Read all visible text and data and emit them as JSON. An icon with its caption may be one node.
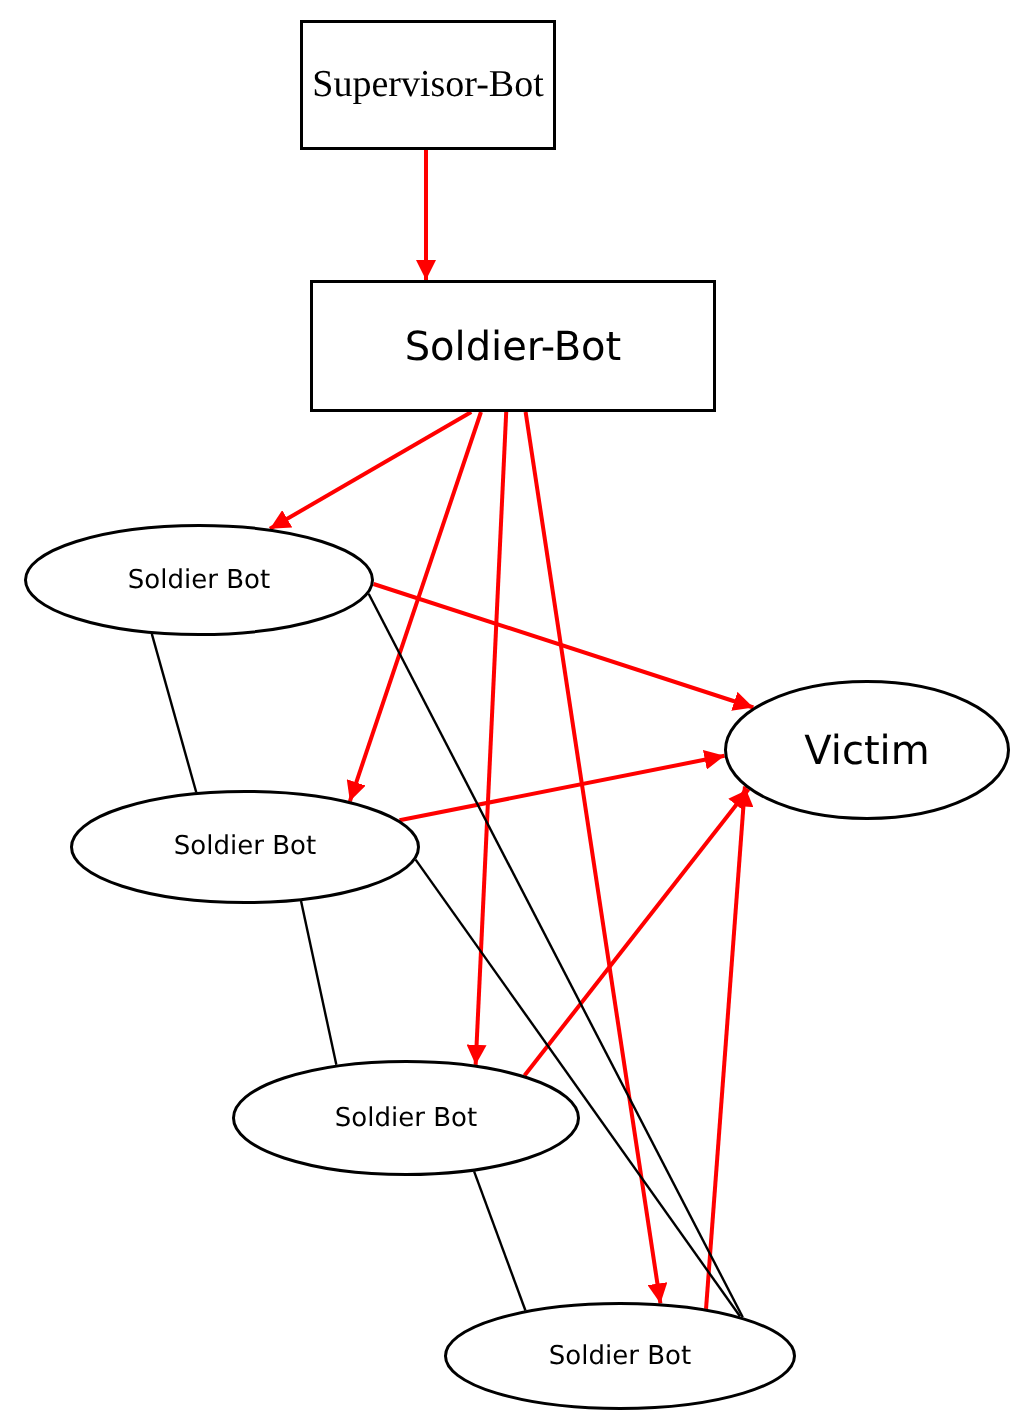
{
  "diagram": {
    "nodes": [
      {
        "text": [
          "Supervisor-Bot"
        ]
      },
      {
        "text": [
          "Soldier-Bot"
        ]
      },
      {
        "text": [
          "Soldier Bot"
        ]
      },
      {
        "text": [
          "Soldier Bot"
        ]
      },
      {
        "text": [
          "Soldier Bot"
        ]
      },
      {
        "text": [
          "Soldier Bot"
        ]
      },
      {
        "text": [
          "Victim"
        ]
      }
    ],
    "edges": [
      {
        "from": 0,
        "to": 1,
        "arrow": "to"
      },
      {
        "from": 1,
        "to": 2,
        "arrow": "to"
      },
      {
        "from": 1,
        "to": 3,
        "arrow": "to"
      },
      {
        "from": 1,
        "to": 4,
        "arrow": "to"
      },
      {
        "from": 1,
        "to": 5,
        "arrow": "to"
      },
      {
        "from": 2,
        "to": 6,
        "arrow": "to"
      },
      {
        "from": 3,
        "to": 6,
        "arrow": "to"
      },
      {
        "from": 4,
        "to": 6,
        "arrow": "to"
      },
      {
        "from": 5,
        "to": 6,
        "arrow": "to"
      },
      {
        "from": 2,
        "to": 3,
        "arrow": "none",
        "color": "#000000"
      },
      {
        "from": 3,
        "to": 4,
        "arrow": "none",
        "color": "#000000"
      },
      {
        "from": 4,
        "to": 5,
        "arrow": "none",
        "color": "#000000"
      },
      {
        "from": 2,
        "to": 5,
        "arrow": "none",
        "color": "#000000"
      },
      {
        "from": 3,
        "to": 5,
        "arrow": "none",
        "color": "#000000"
      }
    ]
  }
}
